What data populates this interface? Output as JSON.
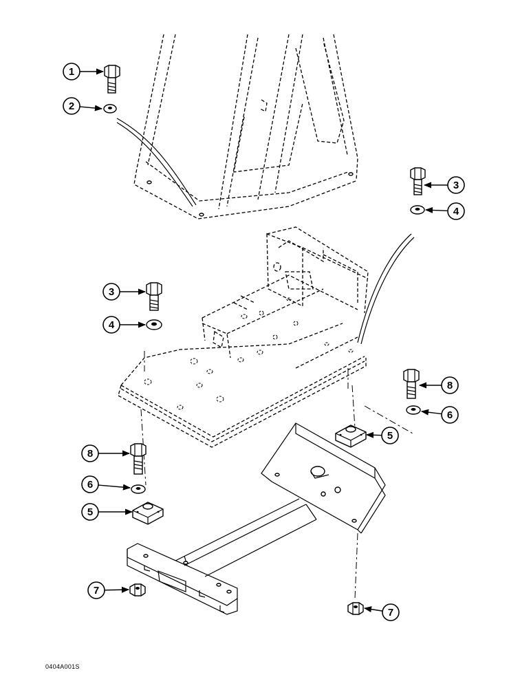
{
  "figure": {
    "reference_code": "0404A001S"
  },
  "callouts": [
    {
      "id": "c1a",
      "number": "1"
    },
    {
      "id": "c2a",
      "number": "2"
    },
    {
      "id": "c3a",
      "number": "3"
    },
    {
      "id": "c4a",
      "number": "4"
    },
    {
      "id": "c3b",
      "number": "3"
    },
    {
      "id": "c4b",
      "number": "4"
    },
    {
      "id": "c8a",
      "number": "8"
    },
    {
      "id": "c6a",
      "number": "6"
    },
    {
      "id": "c5a",
      "number": "5"
    },
    {
      "id": "c8b",
      "number": "8"
    },
    {
      "id": "c6b",
      "number": "6"
    },
    {
      "id": "c5b",
      "number": "5"
    },
    {
      "id": "c7a",
      "number": "7"
    },
    {
      "id": "c7b",
      "number": "7"
    }
  ]
}
